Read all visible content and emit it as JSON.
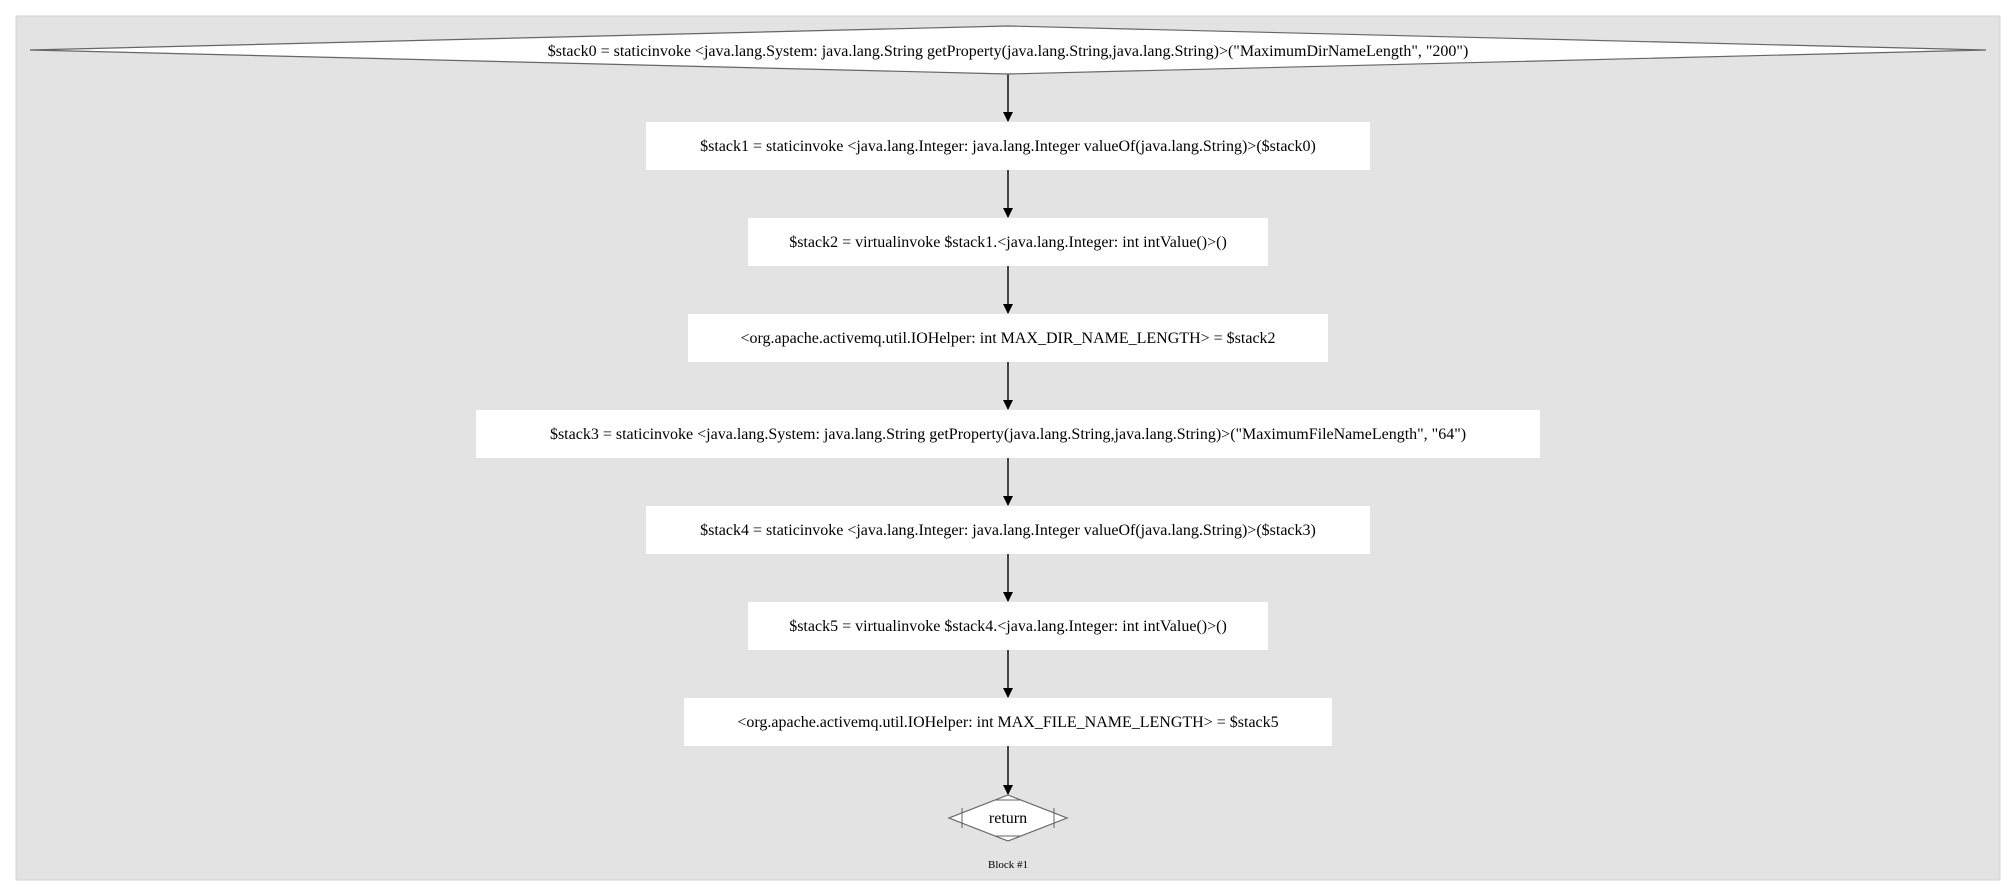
{
  "cluster": {
    "label": "Block #1",
    "fill": "#e3e3e3",
    "border": "#d3d3d3"
  },
  "nodes": [
    {
      "id": "n0",
      "shape": "diamond",
      "label": "$stack0 = staticinvoke <java.lang.System: java.lang.String getProperty(java.lang.String,java.lang.String)>(\"MaximumDirNameLength\", \"200\")"
    },
    {
      "id": "n1",
      "shape": "box",
      "label": "$stack1 = staticinvoke <java.lang.Integer: java.lang.Integer valueOf(java.lang.String)>($stack0)"
    },
    {
      "id": "n2",
      "shape": "box",
      "label": "$stack2 = virtualinvoke $stack1.<java.lang.Integer: int intValue()>()"
    },
    {
      "id": "n3",
      "shape": "box",
      "label": "<org.apache.activemq.util.IOHelper: int MAX_DIR_NAME_LENGTH> = $stack2"
    },
    {
      "id": "n4",
      "shape": "box",
      "label": "$stack3 = staticinvoke <java.lang.System: java.lang.String getProperty(java.lang.String,java.lang.String)>(\"MaximumFileNameLength\", \"64\")"
    },
    {
      "id": "n5",
      "shape": "box",
      "label": "$stack4 = staticinvoke <java.lang.Integer: java.lang.Integer valueOf(java.lang.String)>($stack3)"
    },
    {
      "id": "n6",
      "shape": "box",
      "label": "$stack5 = virtualinvoke $stack4.<java.lang.Integer: int intValue()>()"
    },
    {
      "id": "n7",
      "shape": "box",
      "label": "<org.apache.activemq.util.IOHelper: int MAX_FILE_NAME_LENGTH> = $stack5"
    },
    {
      "id": "n8",
      "shape": "terminal",
      "label": "return"
    }
  ],
  "edges": [
    {
      "from": "n0",
      "to": "n1"
    },
    {
      "from": "n1",
      "to": "n2"
    },
    {
      "from": "n2",
      "to": "n3"
    },
    {
      "from": "n3",
      "to": "n4"
    },
    {
      "from": "n4",
      "to": "n5"
    },
    {
      "from": "n5",
      "to": "n6"
    },
    {
      "from": "n6",
      "to": "n7"
    },
    {
      "from": "n7",
      "to": "n8"
    }
  ]
}
